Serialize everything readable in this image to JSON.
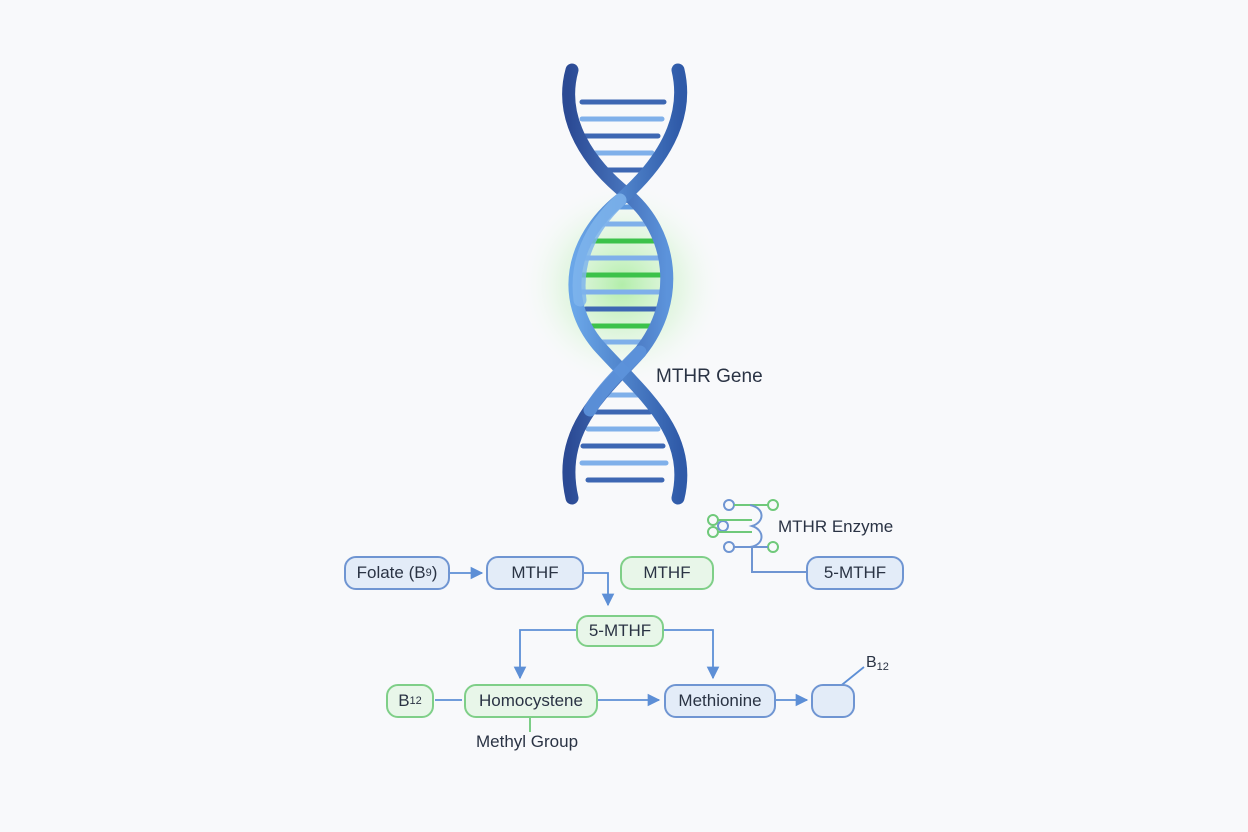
{
  "gene_label": "MTHR Gene",
  "enzyme_label": "MTHR Enzyme",
  "methyl_label": "Methyl Group",
  "b12_floating": {
    "base": "B",
    "sub": "12"
  },
  "nodes": {
    "folate": {
      "base": "Folate (B",
      "sub": "9",
      "tail": ")"
    },
    "mthf_blue": "MTHF",
    "mthf_green": "MTHF",
    "five_mthf_top": "5-MTHF",
    "five_mthf_mid": "5-MTHF",
    "b12": {
      "base": "B",
      "sub": "12"
    },
    "homocystene": "Homocystene",
    "methionine": "Methionine",
    "empty_box": ""
  },
  "colors": {
    "helix_dark": "#2d4f9a",
    "helix_light": "#5f9ae0",
    "highlight_green": "#3cc24a",
    "box_blue_border": "#6f95d2",
    "box_green_border": "#7fcf88",
    "arrow": "#5d8fd6"
  }
}
